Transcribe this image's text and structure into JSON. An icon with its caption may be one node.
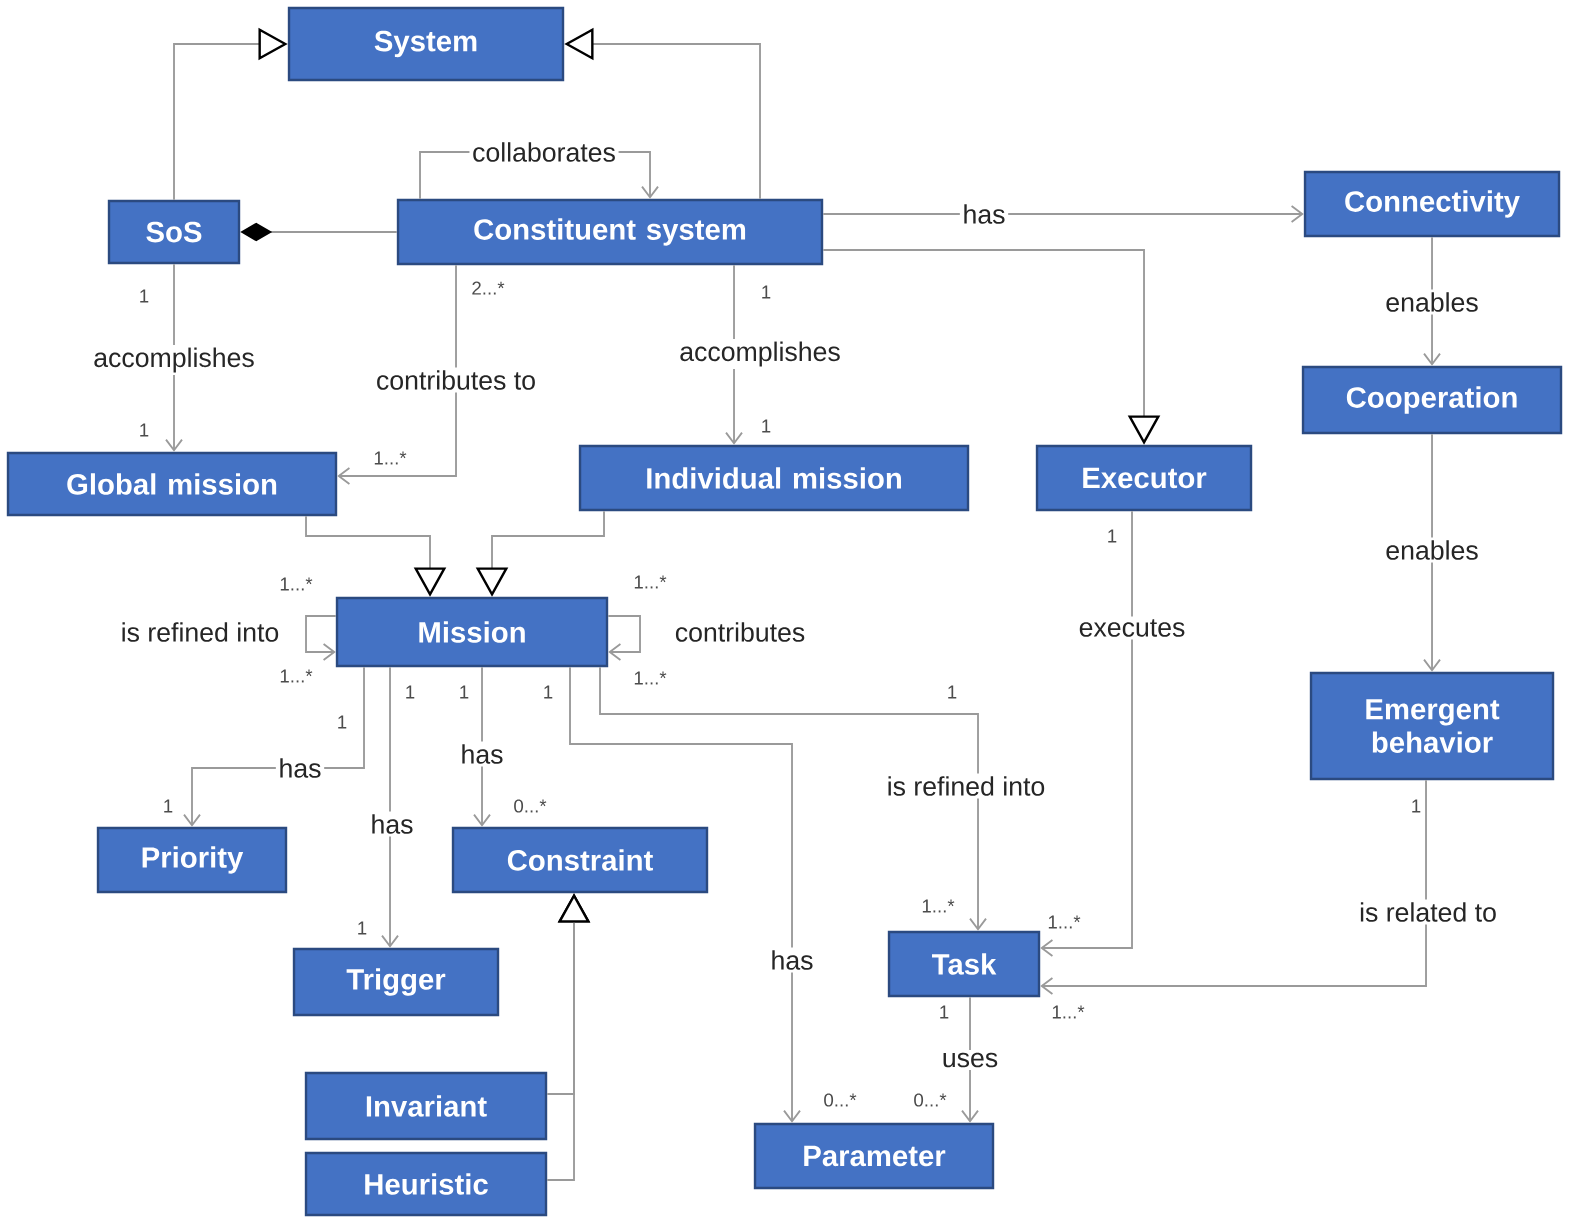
{
  "diagram": {
    "nodes": [
      {
        "text": [
          "System"
        ]
      },
      {
        "text": [
          "SoS"
        ]
      },
      {
        "text": [
          "Constituent system"
        ]
      },
      {
        "text": [
          "Connectivity"
        ]
      },
      {
        "text": [
          "Global mission"
        ]
      },
      {
        "text": [
          "Individual mission"
        ]
      },
      {
        "text": [
          "Executor"
        ]
      },
      {
        "text": [
          "Cooperation"
        ]
      },
      {
        "text": [
          "Mission"
        ]
      },
      {
        "text": [
          "Emergent behavior"
        ]
      },
      {
        "text": [
          "Priority"
        ]
      },
      {
        "text": [
          "Constraint"
        ]
      },
      {
        "text": [
          "Trigger"
        ]
      },
      {
        "text": [
          "Task"
        ]
      },
      {
        "text": [
          "Invariant"
        ]
      },
      {
        "text": [
          "Heuristic"
        ]
      },
      {
        "text": [
          "Parameter"
        ]
      }
    ],
    "edges": [
      {
        "from": 1,
        "to": 0,
        "arrow": "to"
      },
      {
        "from": 2,
        "to": 0,
        "arrow": "to"
      },
      {
        "from": 2,
        "to": 2,
        "arrow": "to",
        "label": "collaborates"
      },
      {
        "from": 2,
        "to": 1,
        "arrow": "other"
      },
      {
        "from": 2,
        "to": 3,
        "arrow": "to",
        "label": "has"
      },
      {
        "from": 2,
        "to": 6,
        "arrow": "to"
      },
      {
        "from": 1,
        "to": 4,
        "arrow": "to",
        "label": "accomplishes"
      },
      {
        "from": 2,
        "to": 4,
        "arrow": "to",
        "label": "contributes to"
      },
      {
        "from": 2,
        "to": 5,
        "arrow": "to",
        "label": "accomplishes"
      },
      {
        "from": 3,
        "to": 7,
        "arrow": "to",
        "label": "enables"
      },
      {
        "from": 7,
        "to": 9,
        "arrow": "to",
        "label": "enables"
      },
      {
        "from": 4,
        "to": 8,
        "arrow": "to"
      },
      {
        "from": 5,
        "to": 8,
        "arrow": "to"
      },
      {
        "from": 8,
        "to": 8,
        "arrow": "to",
        "label": "is refined into"
      },
      {
        "from": 8,
        "to": 8,
        "arrow": "to",
        "label": "contributes"
      },
      {
        "from": 8,
        "to": 10,
        "arrow": "to",
        "label": "has"
      },
      {
        "from": 8,
        "to": 12,
        "arrow": "to",
        "label": "has"
      },
      {
        "from": 8,
        "to": 11,
        "arrow": "to",
        "label": "has"
      },
      {
        "from": 8,
        "to": 16,
        "arrow": "to",
        "label": "has"
      },
      {
        "from": 8,
        "to": 13,
        "arrow": "to",
        "label": "is refined into"
      },
      {
        "from": 6,
        "to": 13,
        "arrow": "to",
        "label": "executes"
      },
      {
        "from": 9,
        "to": 13,
        "arrow": "to",
        "label": "is related to"
      },
      {
        "from": 13,
        "to": 16,
        "arrow": "to",
        "label": "uses"
      },
      {
        "from": 14,
        "to": 11,
        "arrow": "to"
      },
      {
        "from": 15,
        "to": 11,
        "arrow": "to"
      }
    ],
    "labels": [
      "1",
      "2...*",
      "1",
      "1",
      "1...*",
      "1",
      "1",
      "1...*",
      "1...*",
      "1...*",
      "1...*",
      "1",
      "1",
      "1",
      "1",
      "1",
      "1",
      "0...*",
      "1",
      "1",
      "1...*",
      "1...*",
      "1",
      "1...*",
      "0...*",
      "0...*"
    ]
  }
}
